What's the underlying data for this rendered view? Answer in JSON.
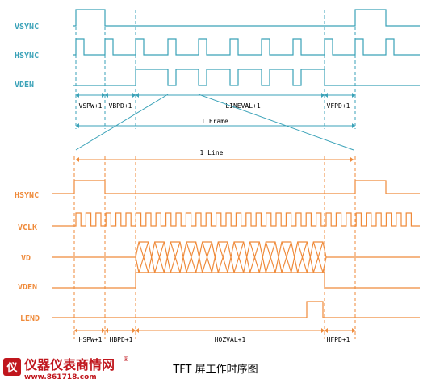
{
  "colors": {
    "top": "#3aa2b8",
    "bottom": "#ef8a3a",
    "text": "#000000",
    "brand": "#c0161d"
  },
  "top": {
    "signals": {
      "vsync": "VSYNC",
      "hsync": "HSYNC",
      "vden": "VDEN"
    },
    "intervals": {
      "vspw": "VSPW+1",
      "vbpd": "VBPD+1",
      "lineval": "LINEVAL+1",
      "vfpd": "VFPD+1"
    },
    "frame": "1 Frame"
  },
  "bottom": {
    "line": "1 Line",
    "signals": {
      "hsync": "HSYNC",
      "vclk": "VCLK",
      "vd": "VD",
      "vden": "VDEN",
      "lend": "LEND"
    },
    "intervals": {
      "hspw": "HSPW+1",
      "hbpd": "HBPD+1",
      "hozval": "HOZVAL+1",
      "hfpd": "HFPD+1"
    }
  },
  "caption": "TFT 屏工作时序图",
  "watermark": {
    "name": "仪器仪表商情网",
    "registered": "®",
    "url": "www.861718.com"
  }
}
